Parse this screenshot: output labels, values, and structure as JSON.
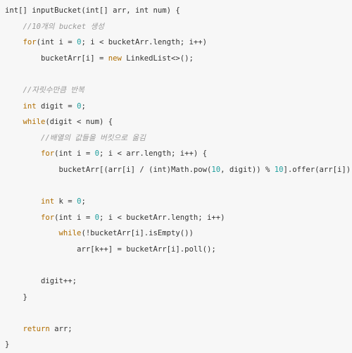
{
  "colors": {
    "background": "#f7f7f7",
    "plain": "#333333",
    "keyword": "#b06d00",
    "number": "#1f9e9e",
    "comment": "#9a9a9a"
  },
  "code_lines": [
    {
      "indent": 0,
      "tokens": [
        [
          "plain",
          "int[] inputBucket(int[] arr, int num) {"
        ]
      ]
    },
    {
      "indent": 1,
      "tokens": [
        [
          "comment",
          "//10개의 bucket 생성"
        ]
      ]
    },
    {
      "indent": 1,
      "tokens": [
        [
          "keyword",
          "for"
        ],
        [
          "plain",
          "(int i = "
        ],
        [
          "number",
          "0"
        ],
        [
          "plain",
          "; i < bucketArr.length; i++)"
        ]
      ]
    },
    {
      "indent": 2,
      "tokens": [
        [
          "plain",
          "bucketArr[i] = "
        ],
        [
          "keyword",
          "new"
        ],
        [
          "plain",
          " LinkedList<>();"
        ]
      ]
    },
    {
      "indent": 0,
      "tokens": []
    },
    {
      "indent": 1,
      "tokens": [
        [
          "comment",
          "//자릿수만큼 반복"
        ]
      ]
    },
    {
      "indent": 1,
      "tokens": [
        [
          "keyword",
          "int"
        ],
        [
          "plain",
          " digit = "
        ],
        [
          "number",
          "0"
        ],
        [
          "plain",
          ";"
        ]
      ]
    },
    {
      "indent": 1,
      "tokens": [
        [
          "keyword",
          "while"
        ],
        [
          "plain",
          "(digit < num) {"
        ]
      ]
    },
    {
      "indent": 2,
      "tokens": [
        [
          "comment",
          "//배열의 값들을 버킷으로 옮김"
        ]
      ]
    },
    {
      "indent": 2,
      "tokens": [
        [
          "keyword",
          "for"
        ],
        [
          "plain",
          "(int i = "
        ],
        [
          "number",
          "0"
        ],
        [
          "plain",
          "; i < arr.length; i++) {"
        ]
      ]
    },
    {
      "indent": 3,
      "tokens": [
        [
          "plain",
          "bucketArr[(arr[i] / (int)Math.pow("
        ],
        [
          "number",
          "10"
        ],
        [
          "plain",
          ", digit)) % "
        ],
        [
          "number",
          "10"
        ],
        [
          "plain",
          "].offer(arr[i]);"
        ]
      ]
    },
    {
      "indent": 0,
      "tokens": []
    },
    {
      "indent": 2,
      "tokens": [
        [
          "keyword",
          "int"
        ],
        [
          "plain",
          " k = "
        ],
        [
          "number",
          "0"
        ],
        [
          "plain",
          ";"
        ]
      ]
    },
    {
      "indent": 2,
      "tokens": [
        [
          "keyword",
          "for"
        ],
        [
          "plain",
          "(int i = "
        ],
        [
          "number",
          "0"
        ],
        [
          "plain",
          "; i < bucketArr.length; i++)"
        ]
      ]
    },
    {
      "indent": 3,
      "tokens": [
        [
          "keyword",
          "while"
        ],
        [
          "plain",
          "(!bucketArr[i].isEmpty())"
        ]
      ]
    },
    {
      "indent": 4,
      "tokens": [
        [
          "plain",
          "arr[k++] = bucketArr[i].poll();"
        ]
      ]
    },
    {
      "indent": 0,
      "tokens": []
    },
    {
      "indent": 2,
      "tokens": [
        [
          "plain",
          "digit++;"
        ]
      ]
    },
    {
      "indent": 1,
      "tokens": [
        [
          "plain",
          "}"
        ]
      ]
    },
    {
      "indent": 0,
      "tokens": []
    },
    {
      "indent": 1,
      "tokens": [
        [
          "keyword",
          "return"
        ],
        [
          "plain",
          " arr;"
        ]
      ]
    },
    {
      "indent": 0,
      "tokens": [
        [
          "plain",
          "}"
        ]
      ]
    }
  ]
}
